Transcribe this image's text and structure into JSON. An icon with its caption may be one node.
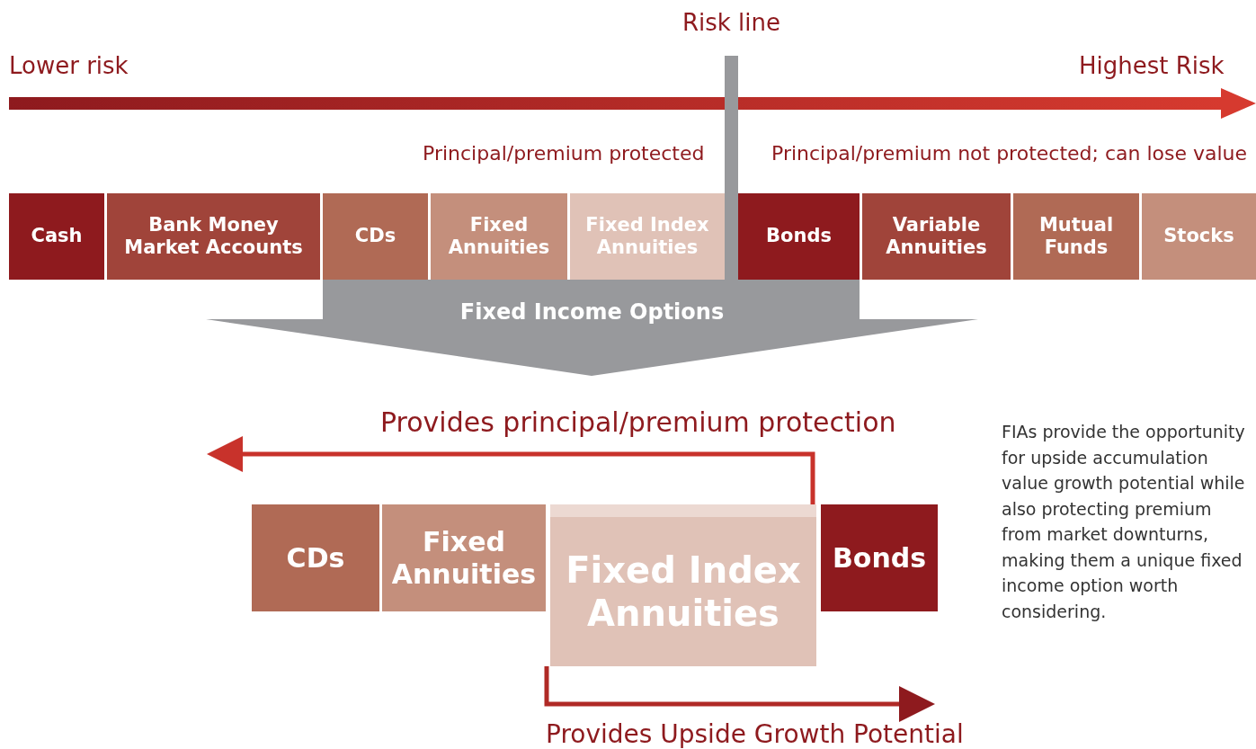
{
  "diagram": {
    "nodes": [
      {
        "text": [
          "Cash"
        ]
      },
      {
        "text": [
          "Bank Money Market Accounts"
        ]
      },
      {
        "text": [
          "CDs"
        ]
      },
      {
        "text": [
          "Fixed Annuities"
        ]
      },
      {
        "text": [
          "Fixed Index Annuities"
        ]
      },
      {
        "text": [
          "Bonds"
        ]
      },
      {
        "text": [
          "Variable Annuities"
        ]
      },
      {
        "text": [
          "Mutual Funds"
        ]
      },
      {
        "text": [
          "Stocks"
        ]
      },
      {
        "text": [
          "Fixed Income Options"
        ]
      },
      {
        "text": [
          "CDs"
        ]
      },
      {
        "text": [
          "Fixed Annuities"
        ]
      },
      {
        "text": [
          "Fixed Index Annuities"
        ]
      },
      {
        "text": [
          "Bonds"
        ]
      },
      {
        "text": [
          "Risk line"
        ]
      }
    ],
    "edges": [
      {
        "from": 13,
        "to": null,
        "arrow": "to",
        "label": "Provides principal/premium protection"
      },
      {
        "from": 12,
        "to": null,
        "arrow": "to",
        "label": "Provides Upside Growth Potential"
      }
    ],
    "labels": [
      "Lower risk",
      "Highest Risk",
      "Principal/premium protected",
      "Principal/premium not protected; can lose value",
      "FIAs provide the opportunity for upside accumulation value growth potential while also protecting premium from market downturns, making them a unique fixed income option worth considering."
    ]
  }
}
